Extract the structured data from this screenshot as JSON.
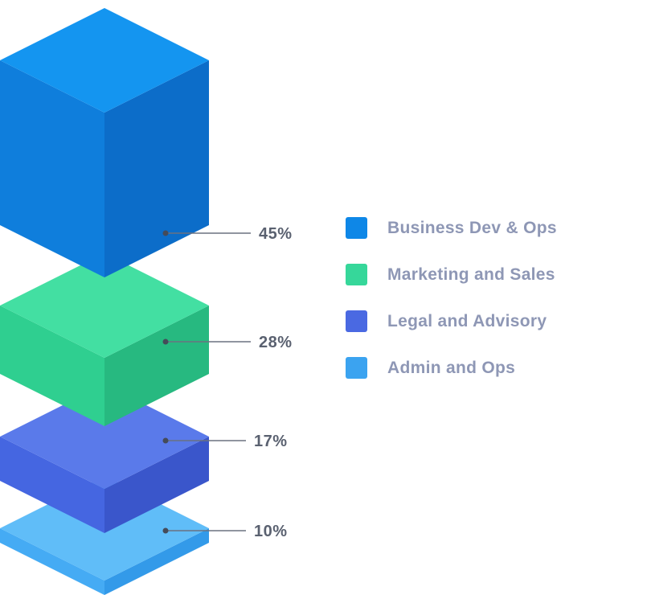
{
  "chart_data": {
    "type": "bar",
    "variant": "isometric-stacked-3d",
    "title": "",
    "unit": "%",
    "categories": [
      "Business Dev & Ops",
      "Marketing and Sales",
      "Legal and Advisory",
      "Admin and Ops"
    ],
    "values": [
      45,
      28,
      17,
      10
    ],
    "legend_position": "right",
    "segments": [
      {
        "label": "Business Dev & Ops",
        "value": 45,
        "percent_label": "45%",
        "colors": {
          "top": "#1495F0",
          "left": "#0F7EDC",
          "right": "#0C6DC9"
        }
      },
      {
        "label": "Marketing and Sales",
        "value": 28,
        "percent_label": "28%",
        "colors": {
          "top": "#43DFA2",
          "left": "#2FCF90",
          "right": "#27B980"
        }
      },
      {
        "label": "Legal and Advisory",
        "value": 17,
        "percent_label": "17%",
        "colors": {
          "top": "#5A7AEA",
          "left": "#4566E1",
          "right": "#3A56CB"
        }
      },
      {
        "label": "Admin and Ops",
        "value": 10,
        "percent_label": "10%",
        "colors": {
          "top": "#60BDF8",
          "left": "#45ABF4",
          "right": "#339AE9"
        }
      }
    ]
  },
  "legend": {
    "items": [
      {
        "label": "Business Dev & Ops",
        "color": "#0E87E7"
      },
      {
        "label": "Marketing and Sales",
        "color": "#36D79A"
      },
      {
        "label": "Legal and Advisory",
        "color": "#4A69E2"
      },
      {
        "label": "Admin and Ops",
        "color": "#3BA3F0"
      }
    ]
  },
  "styles": {
    "background": "#FFFFFF",
    "percent_color": "#5A6170",
    "legend_text_color": "#8E97B5",
    "callout_line_color": "#6B7280",
    "callout_dot_color": "#454B59"
  }
}
